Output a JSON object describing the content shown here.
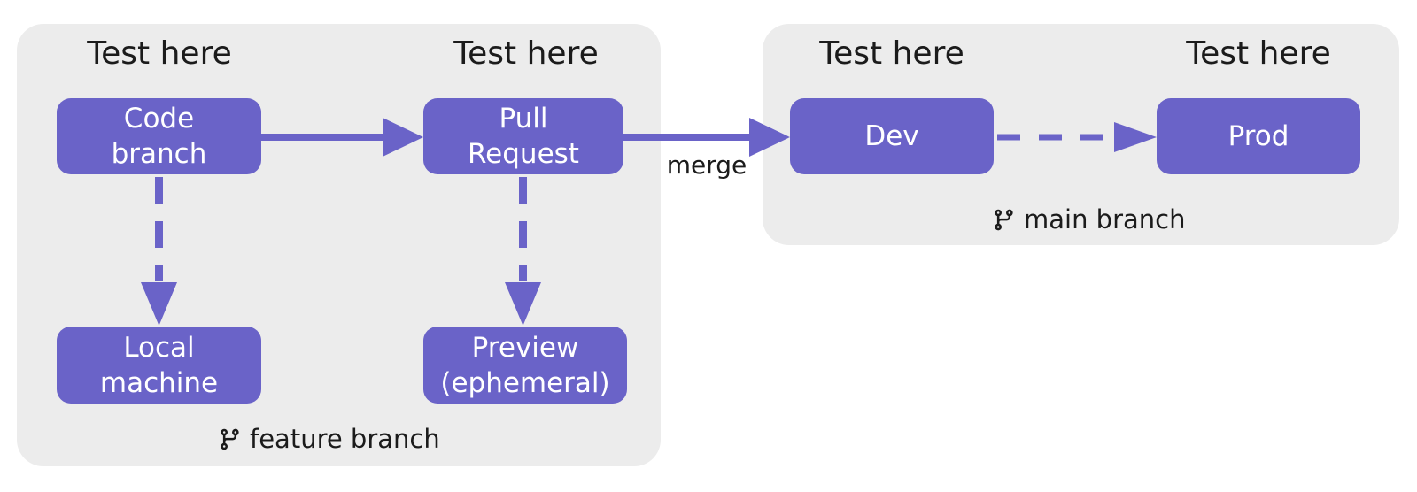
{
  "colors": {
    "canvas_bg": "#ffffff",
    "panel_bg": "#ececec",
    "node_fill": "#6a63c8",
    "node_text": "#ffffff",
    "label_text": "#1b1b1b"
  },
  "labels": {
    "test_here": [
      "Test here",
      "Test here",
      "Test here",
      "Test here"
    ],
    "merge": "merge"
  },
  "groups": {
    "feature": {
      "label": "feature branch",
      "icon": "git-branch-icon"
    },
    "main": {
      "label": "main branch",
      "icon": "git-branch-icon"
    }
  },
  "nodes": {
    "code_branch": "Code\nbranch",
    "pull_request": "Pull\nRequest",
    "dev": "Dev",
    "prod": "Prod",
    "local_machine": "Local\nmachine",
    "preview": "Preview\n(ephemeral)"
  }
}
